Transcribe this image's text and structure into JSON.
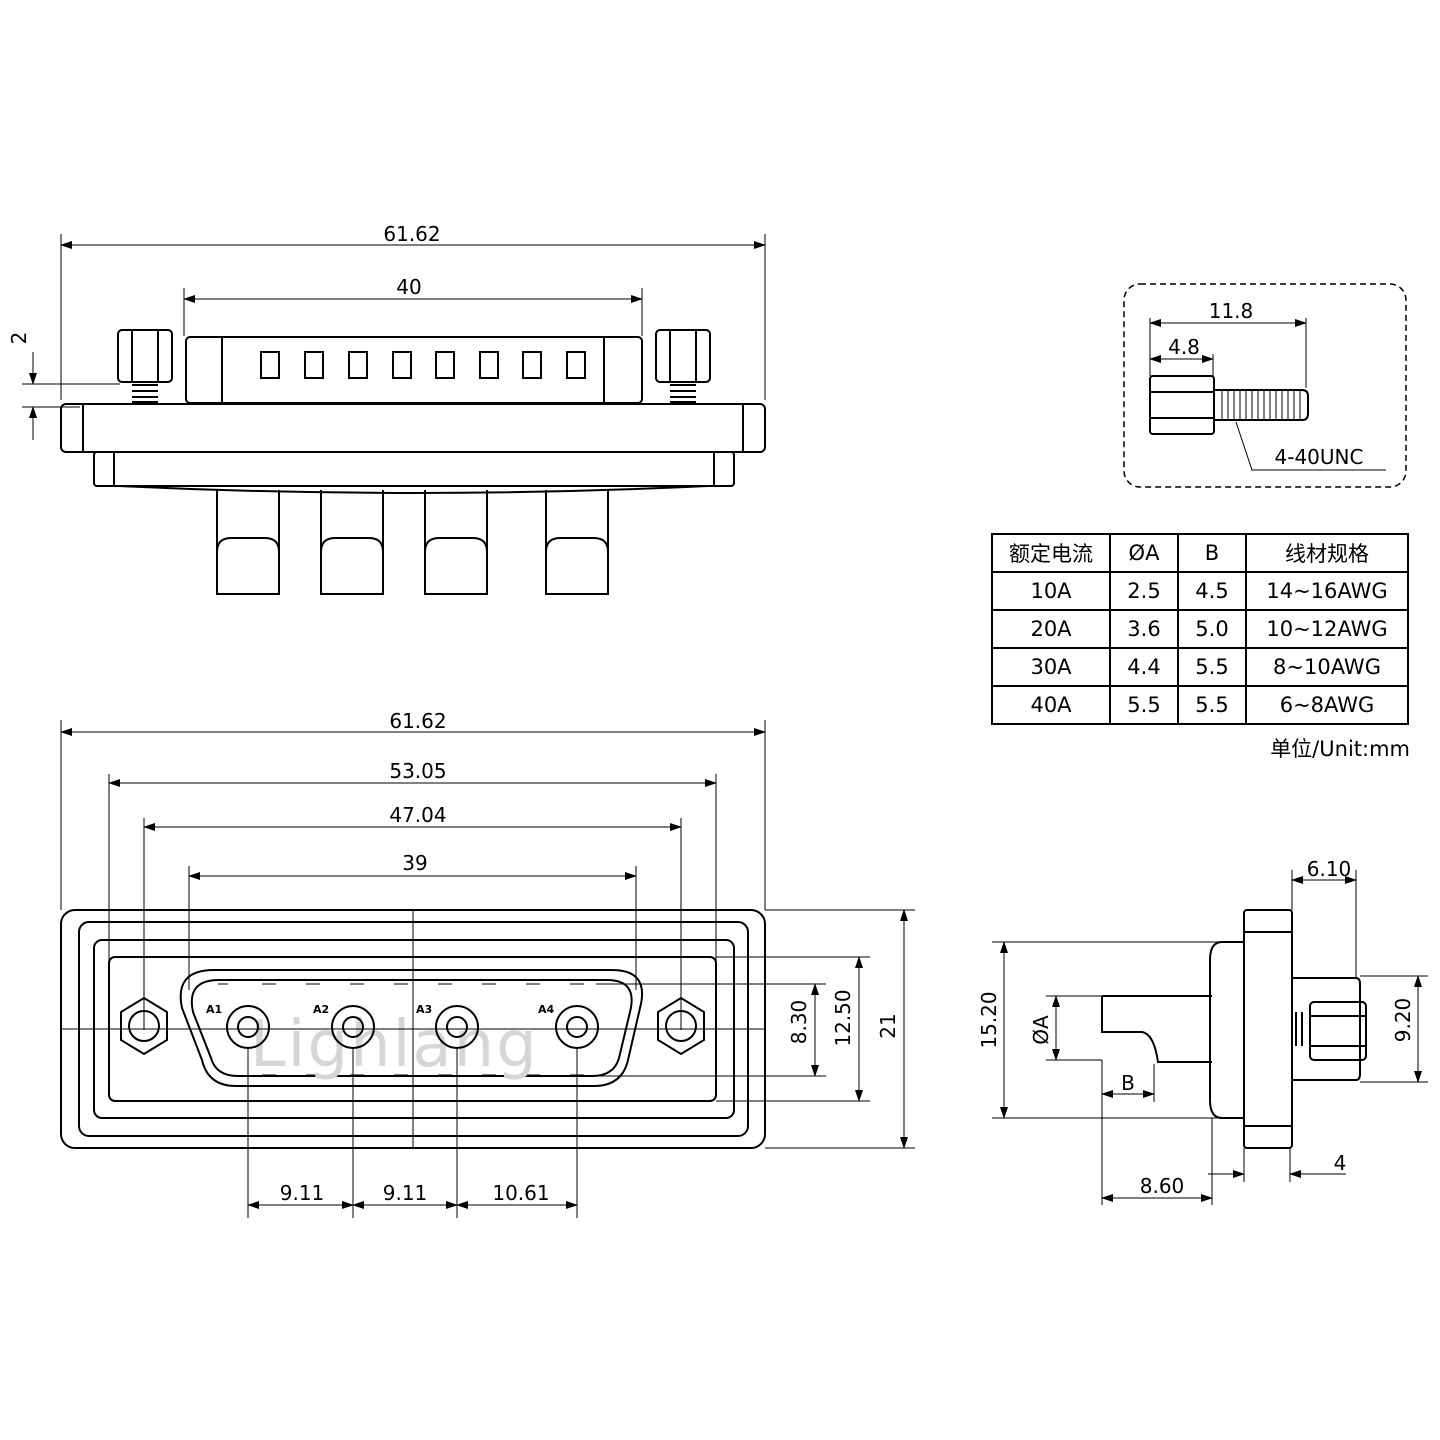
{
  "top_view": {
    "overall_width": "61.62",
    "shell_width": "40",
    "screw_height": "2"
  },
  "screw_detail": {
    "total_length": "11.8",
    "head_length": "4.8",
    "thread": "4-40UNC"
  },
  "spec_table": {
    "headers": [
      "额定电流",
      "ØA",
      "B",
      "线材规格"
    ],
    "rows": [
      [
        "10A",
        "2.5",
        "4.5",
        "14~16AWG"
      ],
      [
        "20A",
        "3.6",
        "5.0",
        "10~12AWG"
      ],
      [
        "30A",
        "4.4",
        "5.5",
        "8~10AWG"
      ],
      [
        "40A",
        "5.5",
        "5.5",
        "6~8AWG"
      ]
    ],
    "unit": "单位/Unit:mm"
  },
  "front_view": {
    "overall_width": "61.62",
    "hole_spacing": "53.05",
    "flange_inner": "47.04",
    "shell_width": "39",
    "pitch_1": "9.11",
    "pitch_2": "9.11",
    "pitch_3": "10.61",
    "height_inner": "8.30",
    "height_shell": "12.50",
    "height_overall": "21",
    "contact_labels": [
      "A1",
      "A2",
      "A3",
      "A4"
    ],
    "watermark": "Lighlang"
  },
  "side_view": {
    "flange_thickness": "6.10",
    "body_height": "15.20",
    "contact_diameter": "ØA",
    "cup_b": "B",
    "screw_span": "9.20",
    "rear_length": "8.60",
    "flange_depth": "4"
  }
}
